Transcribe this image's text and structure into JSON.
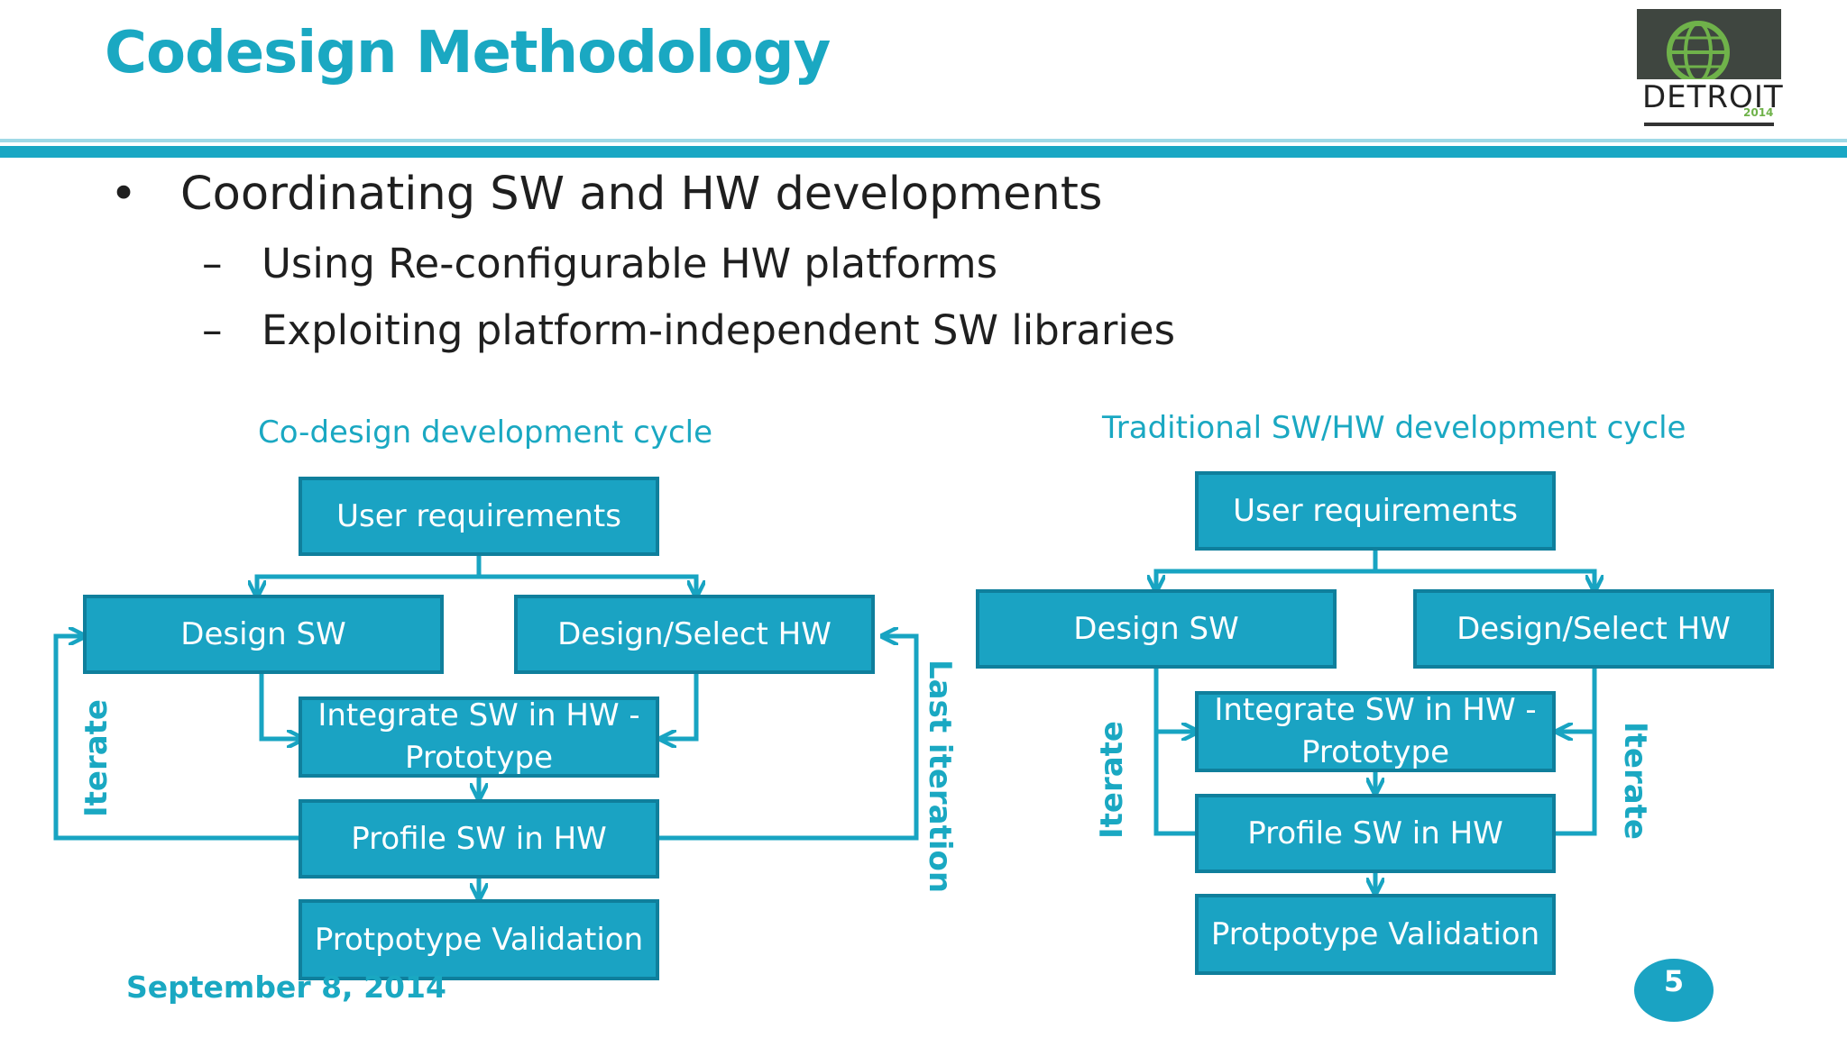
{
  "slide": {
    "title": "Codesign Methodology",
    "bullet": "Coordinating SW and HW developments",
    "bullet_marker": "•",
    "sub_marker": "–",
    "sub_bullets": [
      "Using Re-configurable HW platforms",
      "Exploiting platform-independent SW libraries"
    ],
    "date": "September 8, 2014",
    "page_number": "5",
    "accent_color": "#1aa8c2"
  },
  "logo": {
    "text": "DETROIT",
    "year": "2014",
    "icon": "globe-icon"
  },
  "left_diagram": {
    "caption": "Co-design development cycle",
    "boxes": {
      "user_requirements": "User requirements",
      "design_sw": "Design SW",
      "design_hw": "Design/Select HW",
      "integrate": "Integrate SW in HW - Prototype",
      "profile": "Profile SW in HW",
      "validation": "Protpotype Validation"
    },
    "left_label": "Iterate",
    "right_label": "Last iteration"
  },
  "right_diagram": {
    "caption": "Traditional SW/HW development cycle",
    "boxes": {
      "user_requirements": "User requirements",
      "design_sw": "Design SW",
      "design_hw": "Design/Select HW",
      "integrate": "Integrate SW in HW - Prototype",
      "profile": "Profile SW in HW",
      "validation": "Protpotype Validation"
    },
    "left_label": "Iterate",
    "right_label": "Iterate"
  }
}
